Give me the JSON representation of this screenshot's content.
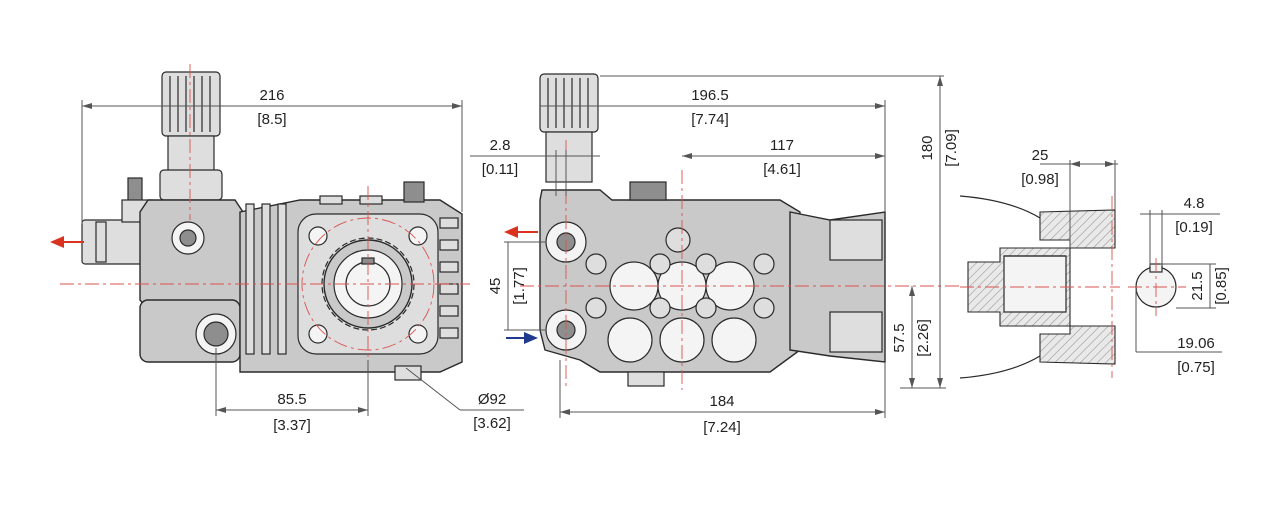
{
  "colors": {
    "outlet_arrow": "#d9331f",
    "inlet_arrow": "#1f3a8f",
    "centerline": "#d9534f",
    "body": "#c9c9c9"
  },
  "icons": {
    "outlet": "arrow-left-icon",
    "inlet": "arrow-right-icon"
  },
  "dims": {
    "side_total": {
      "value": "216",
      "inch": "[8.5]"
    },
    "side_shaft": {
      "value": "85.5",
      "inch": "[3.37]"
    },
    "side_diameter": {
      "value": "Ø92",
      "inch": "[3.62]"
    },
    "front_total": {
      "value": "196.5",
      "inch": "[7.74]"
    },
    "front_offset": {
      "value": "2.8",
      "inch": "[0.11]"
    },
    "front_inner": {
      "value": "117",
      "inch": "[4.61]"
    },
    "front_height": {
      "value": "180",
      "inch": "[7.09]"
    },
    "front_ports": {
      "value": "45",
      "inch": "[1.77]"
    },
    "front_shaft_height": {
      "value": "57.5",
      "inch": "[2.26]"
    },
    "front_base": {
      "value": "184",
      "inch": "[7.24]"
    },
    "shaft_length": {
      "value": "25",
      "inch": "[0.98]"
    },
    "key_width": {
      "value": "4.8",
      "inch": "[0.19]"
    },
    "shaft_diameter": {
      "value": "21.5",
      "inch": "[0.85]"
    },
    "key_height": {
      "value": "19.06",
      "inch": "[0.75]"
    }
  }
}
